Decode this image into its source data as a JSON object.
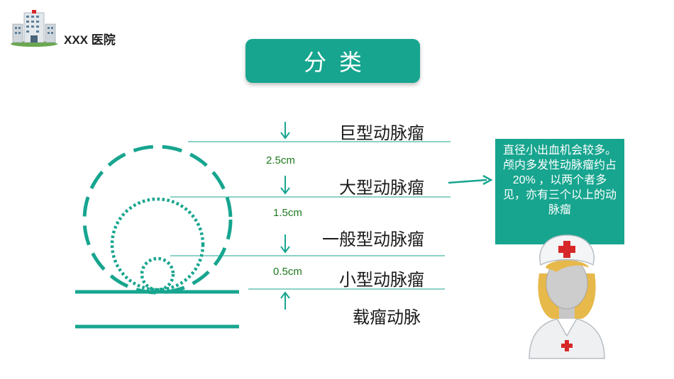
{
  "header": {
    "hospital_name": "XXX 医院",
    "logo_icon": "hospital-building-icon"
  },
  "title": "分类",
  "categories": [
    {
      "label": "巨型动脉瘤"
    },
    {
      "label": "大型动脉瘤"
    },
    {
      "label": "一般型动脉瘤"
    },
    {
      "label": "小型动脉瘤"
    },
    {
      "label": "载瘤动脉"
    }
  ],
  "thresholds": [
    {
      "label": "2.5cm"
    },
    {
      "label": "1.5cm"
    },
    {
      "label": "0.5cm"
    }
  ],
  "note": {
    "text": "直径小出血机会较多。颅内多发性动脉瘤约占 20% ，以两个者多见，亦有三个以上的动脉瘤"
  },
  "nurse_icon": "nurse-avatar-icon",
  "colors": {
    "accent": "#17a58f",
    "threshold_text": "#1f7a1f",
    "nurse_cross": "#d62828"
  }
}
